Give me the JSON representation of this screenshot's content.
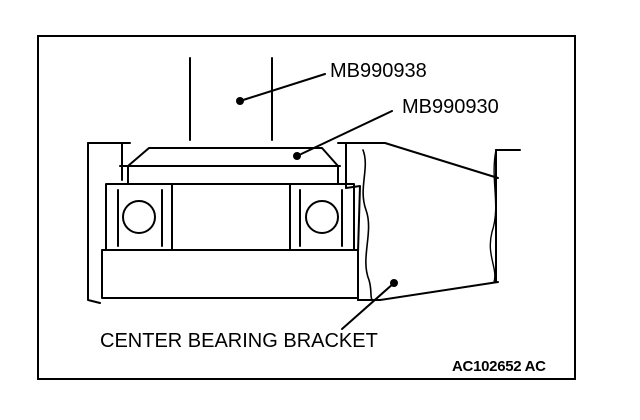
{
  "figure": {
    "labels": {
      "tool_upper": "MB990938",
      "tool_lower": "MB990930",
      "bracket": "CENTER BEARING BRACKET"
    },
    "code": "AC102652 AC"
  }
}
